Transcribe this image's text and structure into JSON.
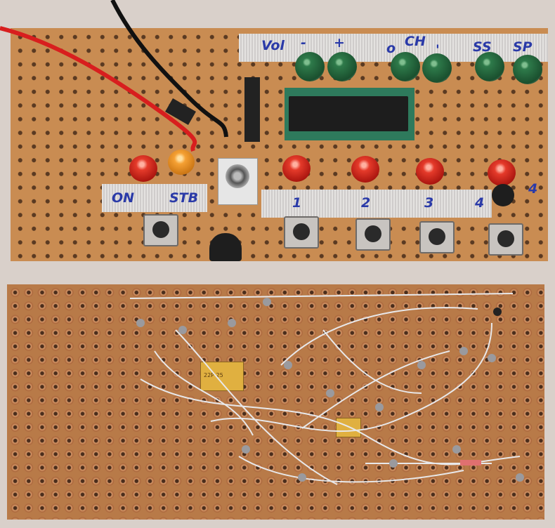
{
  "top_labels": {
    "vol": "Vol",
    "minus": "-",
    "plus": "+",
    "ch_left": "o",
    "ch": "CH",
    "ch_right": "'",
    "ss": "SS",
    "sp": "SP"
  },
  "bottom_labels": {
    "on": "ON",
    "stb": "STB",
    "b1": "1",
    "b2": "2",
    "b3": "3",
    "b4": "4",
    "b4_extra": "4"
  },
  "components": {
    "cap1": "22P 25",
    "colors": {
      "board": "#c98c52",
      "label_ink": "#2a3aa8",
      "led_green": "#2e7a4a",
      "led_red": "#e53a2a"
    }
  }
}
